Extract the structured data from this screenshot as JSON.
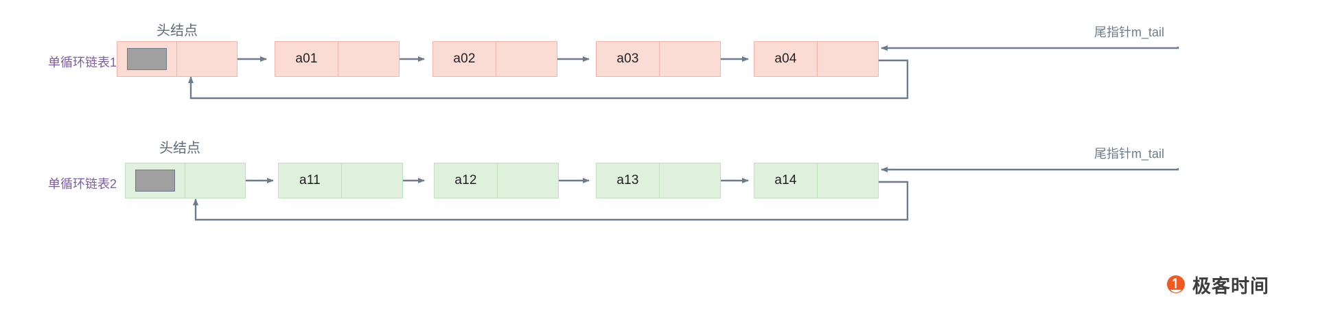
{
  "diagram": {
    "title_semantic": "single-circular-linked-list-comparison",
    "colors": {
      "row1_fill": "#fadcd5",
      "row1_border": "#f2b5a7",
      "row2_fill": "#dff0dd",
      "row2_border": "#c0e0bd",
      "arrow": "#6b7c8d",
      "row_title_text": "#7d5ba6",
      "caption_text": "#5b6b7c",
      "gray_block_fill": "#a0a0a0",
      "gray_block_border": "#6b7a8a",
      "background": "#ffffff",
      "logo_orange": "#f05a22"
    },
    "rows": [
      {
        "id": "row1",
        "title": "单循环链表1",
        "head_caption": "头结点",
        "tail_caption": "尾指针m_tail",
        "palette": "pal-red",
        "head_node": {
          "data": "",
          "pointer": ""
        },
        "nodes": [
          {
            "data": "a01",
            "pointer": ""
          },
          {
            "data": "a02",
            "pointer": ""
          },
          {
            "data": "a03",
            "pointer": ""
          },
          {
            "data": "a04",
            "pointer": ""
          }
        ]
      },
      {
        "id": "row2",
        "title": "单循环链表2",
        "head_caption": "头结点",
        "tail_caption": "尾指针m_tail",
        "palette": "pal-green",
        "head_node": {
          "data": "",
          "pointer": ""
        },
        "nodes": [
          {
            "data": "a11",
            "pointer": ""
          },
          {
            "data": "a12",
            "pointer": ""
          },
          {
            "data": "a13",
            "pointer": ""
          },
          {
            "data": "a14",
            "pointer": ""
          }
        ]
      }
    ],
    "watermark": {
      "text": "极客时间",
      "logo": "geekbang-circle-logo"
    }
  }
}
